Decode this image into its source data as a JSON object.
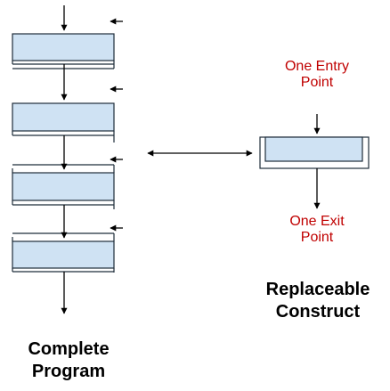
{
  "labels": {
    "entry": [
      "One Entry",
      "Point"
    ],
    "exit": [
      "One Exit",
      "Point"
    ],
    "construct": [
      "Replaceable",
      "Construct"
    ],
    "program": [
      "Complete",
      "Program"
    ]
  },
  "colors": {
    "box_fill": "#cfe2f3",
    "box_stroke": "#1f2d3a",
    "arrow": "#000000",
    "accent_text": "#c00000",
    "body_text": "#000000"
  }
}
